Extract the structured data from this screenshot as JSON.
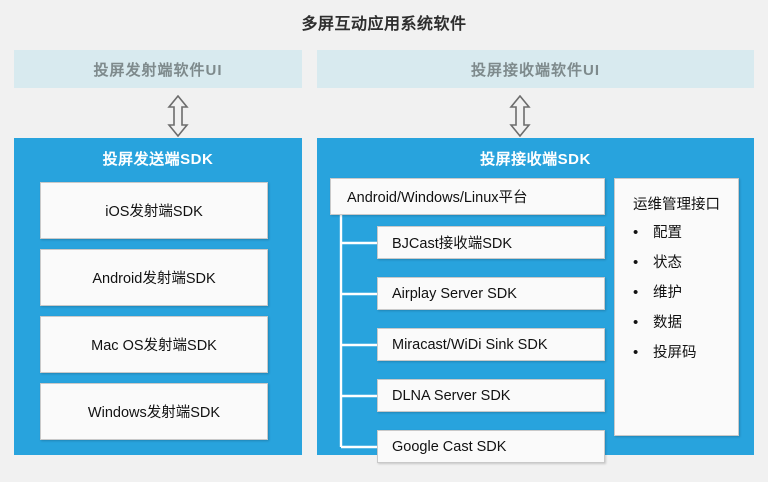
{
  "title": "多屏互动应用系统软件",
  "colors": {
    "background": "#f1f1f1",
    "panel_blue": "#28a3dd",
    "strip_blue": "#d8eaef",
    "box_white": "#fafafa",
    "strip_text": "#7e8a8c",
    "panel_title_text": "#ffffff"
  },
  "sender": {
    "ui_label": "投屏发射端软件UI",
    "arrow": "double-headed-vertical-arrow",
    "panel_title": "投屏发送端SDK",
    "items": [
      {
        "label": "iOS发射端SDK"
      },
      {
        "label": "Android发射端SDK"
      },
      {
        "label": "Mac OS发射端SDK"
      },
      {
        "label": "Windows发射端SDK"
      }
    ]
  },
  "receiver": {
    "ui_label": "投屏接收端软件UI",
    "arrow": "double-headed-vertical-arrow",
    "panel_title": "投屏接收端SDK",
    "platform_label": "Android/Windows/Linux平台",
    "items": [
      {
        "label": "BJCast接收端SDK"
      },
      {
        "label": "Airplay Server SDK"
      },
      {
        "label": "Miracast/WiDi Sink SDK"
      },
      {
        "label": "DLNA Server SDK"
      },
      {
        "label": "Google Cast SDK"
      }
    ],
    "ops": {
      "title": "运维管理接口",
      "bullet": "•",
      "items": [
        {
          "label": "配置"
        },
        {
          "label": "状态"
        },
        {
          "label": "维护"
        },
        {
          "label": "数据"
        },
        {
          "label": "投屏码"
        }
      ]
    }
  }
}
